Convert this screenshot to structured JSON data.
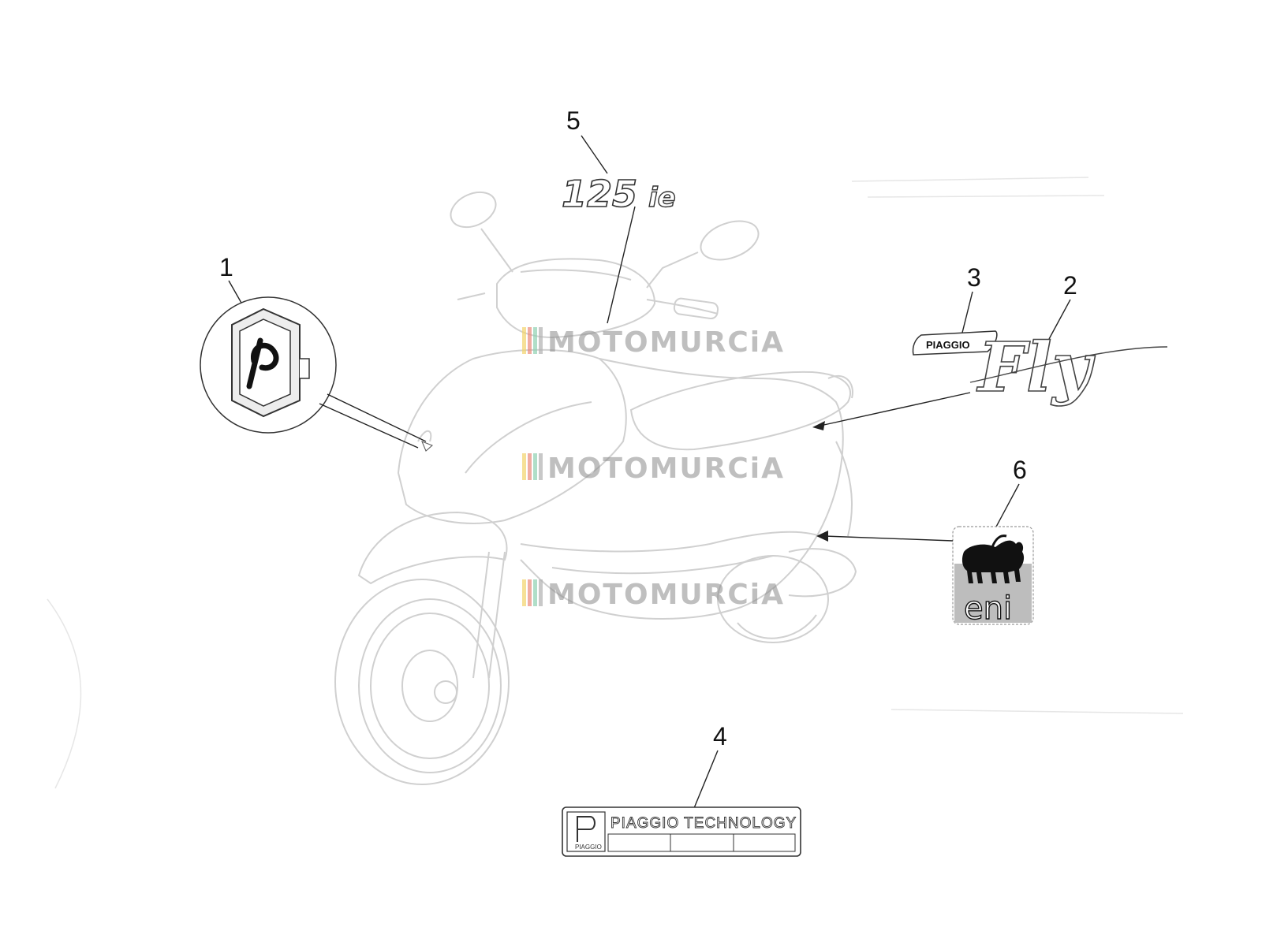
{
  "diagram": {
    "callouts": [
      {
        "number": "1",
        "part": "piaggio-shield-emblem"
      },
      {
        "number": "2",
        "part": "fly-logo-decal"
      },
      {
        "number": "3",
        "part": "piaggio-badge-decal"
      },
      {
        "number": "4",
        "part": "piaggio-technology-plate"
      },
      {
        "number": "5",
        "part": "125ie-decal"
      },
      {
        "number": "6",
        "part": "eni-decal"
      }
    ],
    "decal_texts": {
      "model_125": "125",
      "model_ie": "ie",
      "piaggio_badge": "PIAGGIO",
      "fly": "Fly",
      "tech_plate": "PIAGGIO TECHNOLOGY",
      "tech_plate_small": "PIAGGIO",
      "eni": "eni"
    },
    "watermark": "MOTOMURCiA",
    "colors": {
      "line_art": "#d0d0d0",
      "leader": "#222222",
      "watermark_stripes": [
        "#f2d36b",
        "#e98a7a",
        "#8fd0b0",
        "#b0b0b0"
      ]
    }
  }
}
